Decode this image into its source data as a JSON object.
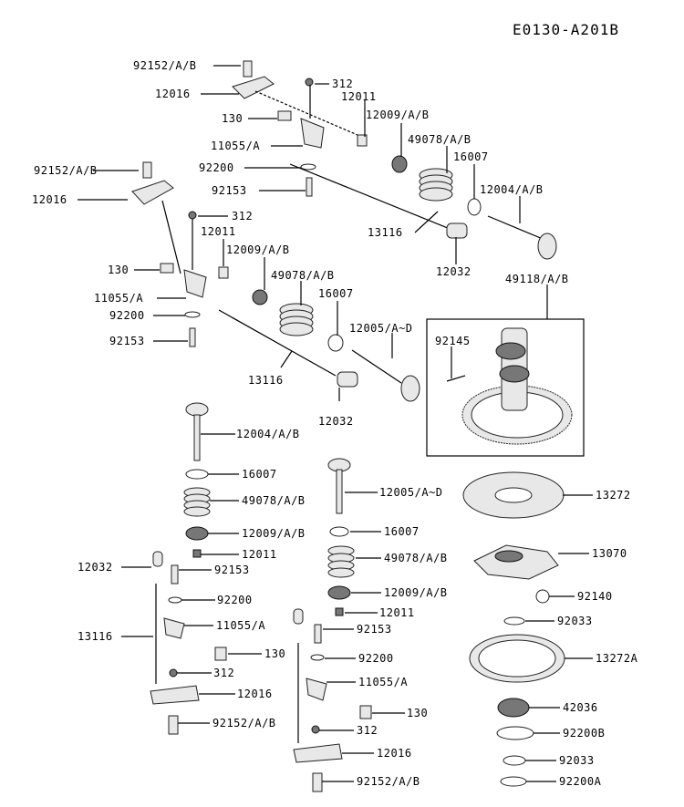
{
  "diagram_code": "E0130-A201B",
  "parts": [
    "92152/A/B",
    "12016",
    "312",
    "12011",
    "130",
    "12009/A/B",
    "11055/A",
    "49078/A/B",
    "16007",
    "92200",
    "12004/A/B",
    "92153",
    "13116",
    "12032",
    "12005/A~D",
    "49118/A/B",
    "92145",
    "13272",
    "13070",
    "92140",
    "92033",
    "13272A",
    "42036",
    "92200B",
    "92200A"
  ]
}
